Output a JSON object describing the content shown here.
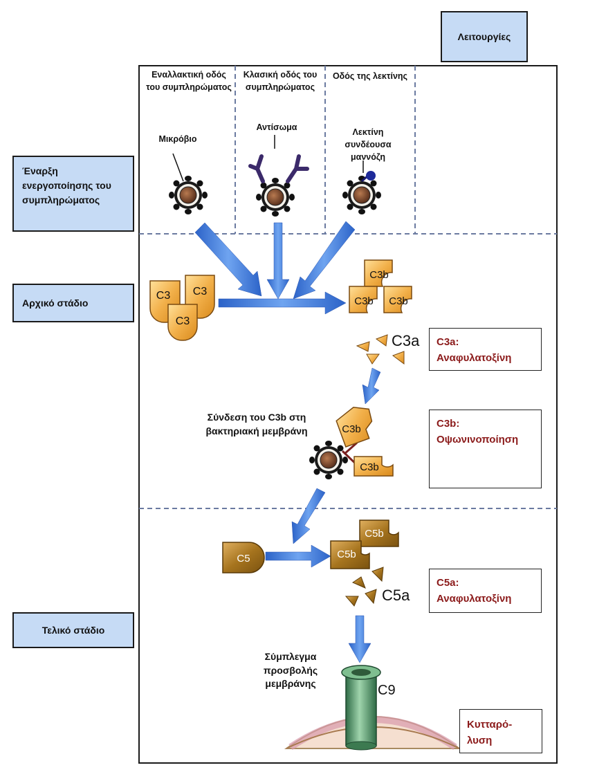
{
  "header": {
    "functions_label": "Λειτουργίες"
  },
  "stages": {
    "initiation": "Έναρξη ενεργοποίησης του συμπληρώματος",
    "early": "Αρχικό στάδιο",
    "late": "Τελικό στάδιο"
  },
  "pathways": {
    "alternative": "Εναλλακτική οδός του συμπληρώματος",
    "classical": "Κλασική οδός του συμπληρώματος",
    "lectin": "Οδός της λεκτίνης"
  },
  "labels": {
    "microbe": "Μικρόβιο",
    "antibody": "Αντίσωμα",
    "mbl": "Λεκτίνη συνδέουσα μαννόζη",
    "c3b_binding": "Σύνδεση του C3b στη βακτηριακή μεμβράνη",
    "mac": "Σύμπλεγμα προσβολής μεμβράνης"
  },
  "molecules": {
    "c3": "C3",
    "c3b": "C3b",
    "c3a": "C3a",
    "c5": "C5",
    "c5b": "C5b",
    "c5a": "C5a",
    "c9": "C9"
  },
  "functions": {
    "c3a": "C3a: Αναφυλατοξίνη",
    "c3b": "C3b: Οψωνινοποίηση",
    "c5a": "C5a: Αναφυλατοξίνη",
    "lysis": "Κυτταρό-λυση"
  },
  "colors": {
    "box_blue": "#c6dbf5",
    "arrow_blue": "#3f7fe0",
    "c3_orange": "#f2b04a",
    "c5_brown": "#a6741e",
    "function_red": "#8b1a1a",
    "pore_green": "#4f8a5f"
  }
}
